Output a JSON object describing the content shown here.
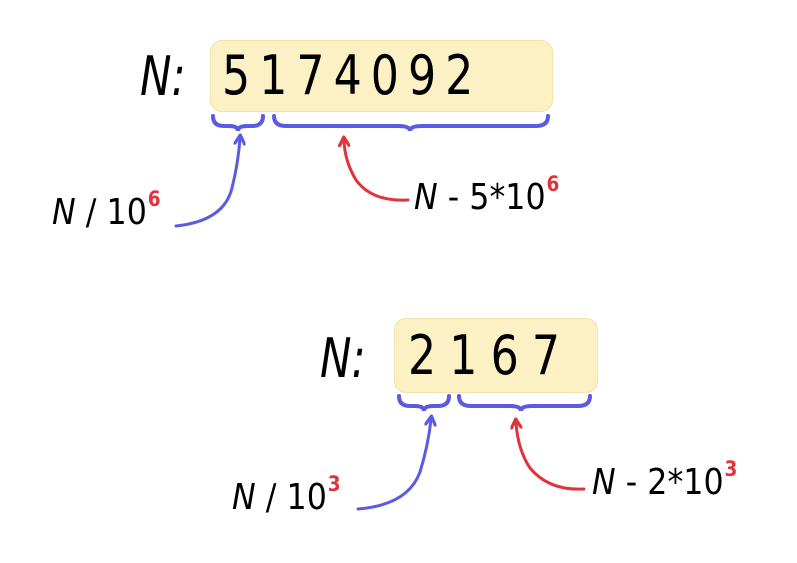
{
  "examples": [
    {
      "label": "N:",
      "number": "5174092",
      "left_formula": {
        "var": "N",
        "op": "/",
        "base": "10",
        "exp": "6"
      },
      "right_formula": {
        "var": "N",
        "op": "-",
        "coef": "5",
        "times": "*",
        "base": "10",
        "exp": "6"
      }
    },
    {
      "label": "N:",
      "number": "2167",
      "left_formula": {
        "var": "N",
        "op": "/",
        "base": "10",
        "exp": "3"
      },
      "right_formula": {
        "var": "N",
        "op": "-",
        "coef": "2",
        "times": "*",
        "base": "10",
        "exp": "3"
      }
    }
  ],
  "colors": {
    "box_fill": "#fcf1c4",
    "brace": "#5a5be0",
    "left_arrow": "#5a5be0",
    "right_arrow": "#e0343c",
    "exponent": "#e0343c"
  }
}
